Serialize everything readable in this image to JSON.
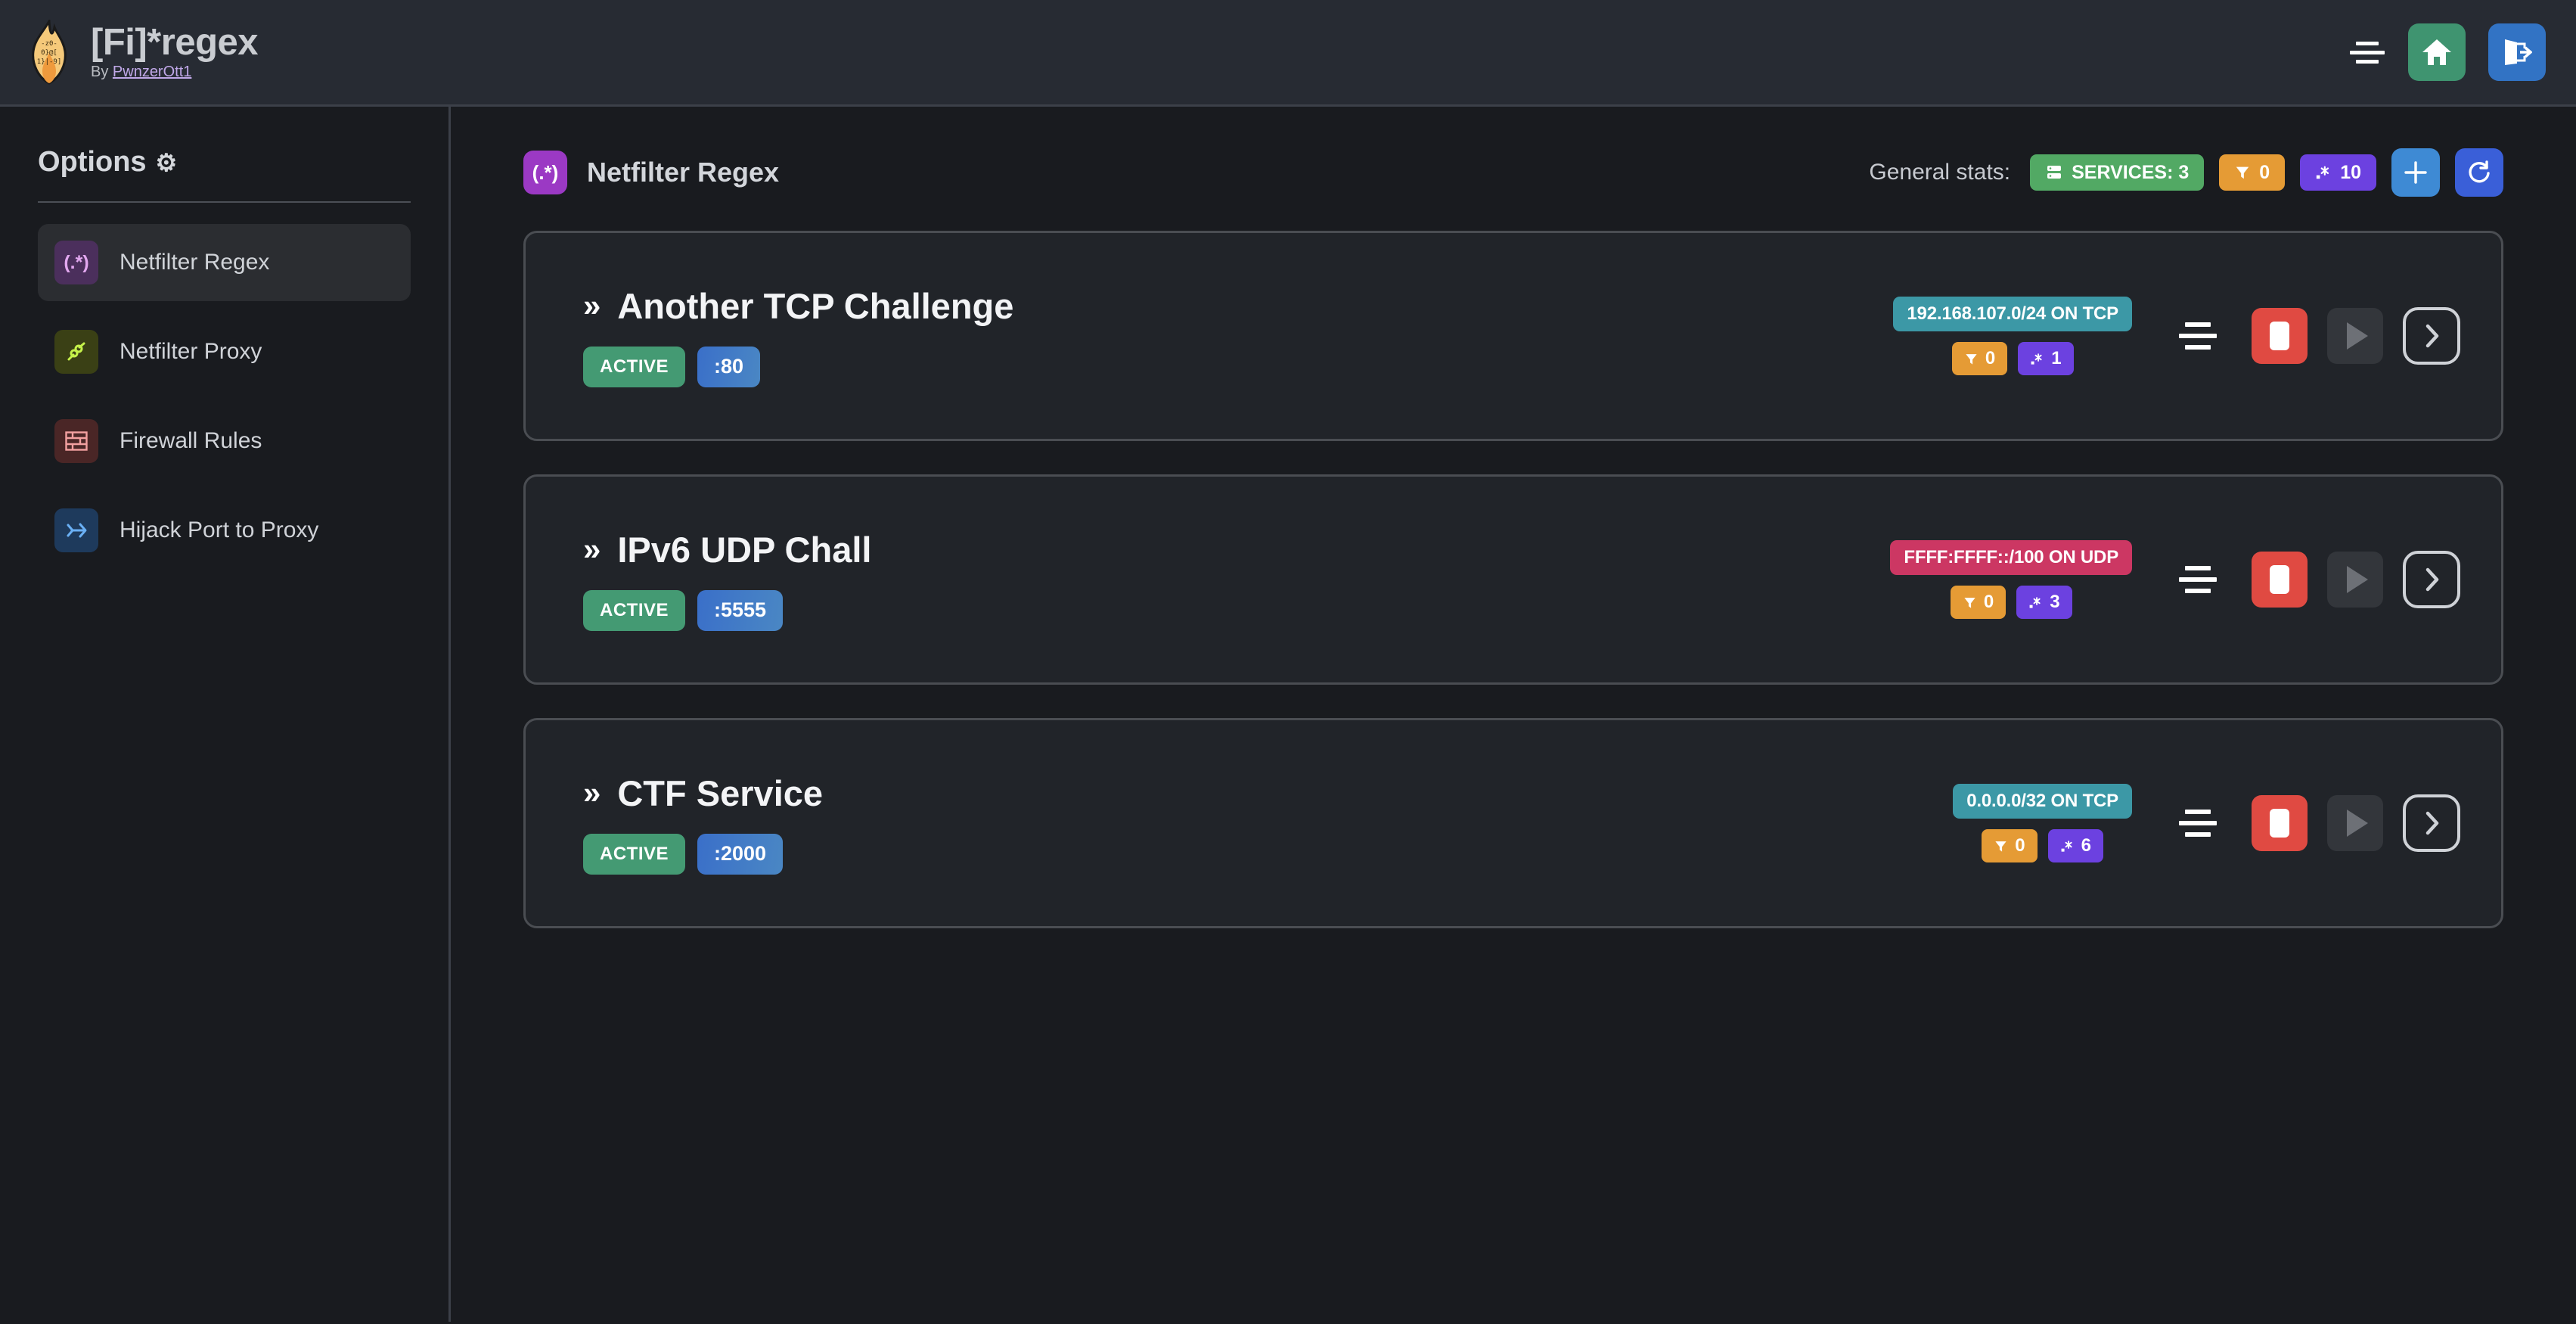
{
  "app": {
    "title": "[Fi]*regex",
    "by_prefix": "By ",
    "author": "PwnzerOtt1",
    "logo_icon": "flame-regex-logo",
    "menu_icon": "hamburger-menu-icon",
    "home_icon": "home-icon",
    "logout_icon": "logout-icon"
  },
  "sidebar": {
    "heading": "Options",
    "heading_icon": "gear-icon",
    "items": [
      {
        "label": "Netfilter Regex",
        "icon": "regex-icon",
        "glyph": "(.*)",
        "active": true
      },
      {
        "label": "Netfilter Proxy",
        "icon": "plug-icon",
        "glyph": "✂",
        "active": false
      },
      {
        "label": "Firewall Rules",
        "icon": "brick-wall-icon",
        "glyph": "⌸",
        "active": false
      },
      {
        "label": "Hijack Port to Proxy",
        "icon": "fork-arrow-icon",
        "glyph": "↭",
        "active": false
      }
    ]
  },
  "main": {
    "page_icon": "regex-icon",
    "page_icon_glyph": "(.*)",
    "page_title": "Netfilter Regex",
    "stats_label": "General stats:",
    "stats": [
      {
        "name": "services-count",
        "icon": "server-icon",
        "text": "SERVICES: 3",
        "color": "#52a964"
      },
      {
        "name": "filters-count",
        "icon": "filter-icon",
        "text": "0",
        "color": "#e59b35"
      },
      {
        "name": "regexes-count",
        "icon": "regex-dot-star-icon",
        "text": "10",
        "color": "#6c41e0"
      }
    ],
    "add_button_label": "+",
    "add_button_icon": "plus-icon",
    "refresh_button_icon": "refresh-icon"
  },
  "services": [
    {
      "name": "Another TCP Challenge",
      "status": "ACTIVE",
      "port": ":80",
      "network": "192.168.107.0/24 ON TCP",
      "protocol": "TCP",
      "filters": "0",
      "regexes": "1",
      "drag_icon": "drag-handle-icon",
      "stop_icon": "stop-icon",
      "play_icon": "play-icon",
      "expand_icon": "chevron-right-icon"
    },
    {
      "name": "IPv6 UDP Chall",
      "status": "ACTIVE",
      "port": ":5555",
      "network": "FFFF:FFFF::/100 ON UDP",
      "protocol": "UDP",
      "filters": "0",
      "regexes": "3",
      "drag_icon": "drag-handle-icon",
      "stop_icon": "stop-icon",
      "play_icon": "play-icon",
      "expand_icon": "chevron-right-icon"
    },
    {
      "name": "CTF Service",
      "status": "ACTIVE",
      "port": ":2000",
      "network": "0.0.0.0/32 ON TCP",
      "protocol": "TCP",
      "filters": "0",
      "regexes": "6",
      "drag_icon": "drag-handle-icon",
      "stop_icon": "stop-icon",
      "play_icon": "play-icon",
      "expand_icon": "chevron-right-icon"
    }
  ],
  "colors": {
    "page_bg": "#191b1f",
    "topbar_bg": "#272b33",
    "card_bg": "#212429",
    "card_border": "#4a4d52",
    "accent_green": "#449a73",
    "accent_red": "#e04a42",
    "accent_purple": "#6c41e0",
    "accent_orange": "#e59b35",
    "accent_teal": "#3c98a6",
    "accent_crimson": "#cc3763"
  }
}
